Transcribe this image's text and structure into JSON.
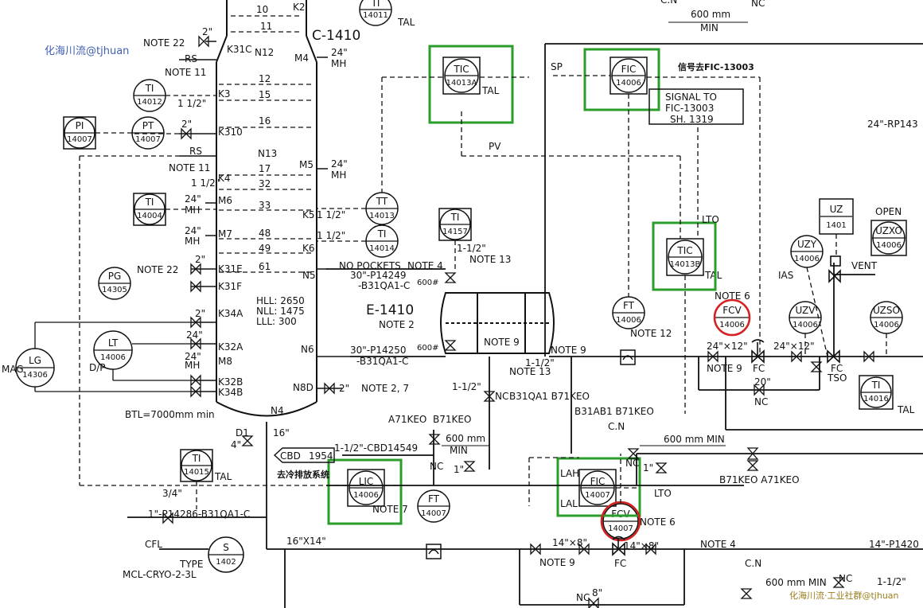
{
  "watermark": {
    "top": "化海川流@tjhuan",
    "bottom": "化海川流·工业社群@tjhuan"
  },
  "equipment": {
    "column": {
      "tag": "C-1410",
      "btl": "BTL=7000mm min",
      "levels": {
        "hll": "HLL: 2650",
        "nll": "NLL: 1475",
        "lll": "LLL: 300"
      }
    },
    "exchanger": {
      "tag": "E-1410",
      "note": "NOTE 2"
    }
  },
  "trays": [
    "10",
    "11",
    "12",
    "15",
    "16",
    "17",
    "32",
    "33",
    "48",
    "49",
    "61"
  ],
  "nozzles": [
    "K2",
    "K31C",
    "N12",
    "M4",
    "K3",
    "K310",
    "N13",
    "M5",
    "K4",
    "M6",
    "K5",
    "M7",
    "K6",
    "K31E",
    "N5",
    "K31F",
    "K34A",
    "K32A",
    "M8",
    "N6",
    "K32B",
    "K34B",
    "N8D",
    "N4",
    "D1"
  ],
  "instruments": [
    {
      "func": "TI",
      "num": "14011"
    },
    {
      "func": "TI",
      "num": "14012"
    },
    {
      "func": "PI",
      "num": "14007"
    },
    {
      "func": "PT",
      "num": "14007"
    },
    {
      "func": "TI",
      "num": "14004"
    },
    {
      "func": "PG",
      "num": "14305"
    },
    {
      "func": "LG",
      "num": "14306"
    },
    {
      "func": "LT",
      "num": "14006"
    },
    {
      "func": "TI",
      "num": "14015"
    },
    {
      "func": "TIC",
      "num": "14013A"
    },
    {
      "func": "FIC",
      "num": "14006"
    },
    {
      "func": "TT",
      "num": "14013"
    },
    {
      "func": "TI",
      "num": "14014"
    },
    {
      "func": "TI",
      "num": "14157"
    },
    {
      "func": "TIC",
      "num": "14013B"
    },
    {
      "func": "FT",
      "num": "14006"
    },
    {
      "func": "FCV",
      "num": "14006"
    },
    {
      "func": "UZY",
      "num": "14006"
    },
    {
      "func": "UZV",
      "num": "14006"
    },
    {
      "func": "UZ",
      "num": "1401"
    },
    {
      "func": "UZXO",
      "num": "14006"
    },
    {
      "func": "UZSO",
      "num": "14006"
    },
    {
      "func": "TI",
      "num": "14016"
    },
    {
      "func": "LIC",
      "num": "14006"
    },
    {
      "func": "FT",
      "num": "14007"
    },
    {
      "func": "FIC",
      "num": "14007"
    },
    {
      "func": "FCV",
      "num": "14007"
    },
    {
      "func": "S",
      "num": "1402"
    }
  ],
  "lines": [
    {
      "id": "30\"-P14249",
      "spec": "-B31QA1-C"
    },
    {
      "id": "30\"-P14250",
      "spec": "-B31QA1-C"
    },
    {
      "id": "1\"-P14286-B31QA1-C"
    },
    {
      "id": "1-1/2\"-CBD14549"
    },
    {
      "id": "24\"-RP143"
    },
    {
      "id": "14\"-P1420"
    }
  ],
  "notes": {
    "note22": "NOTE 22",
    "note11": "NOTE 11",
    "note4": "NOTE 4",
    "note13": "NOTE 13",
    "note9": "NOTE 9",
    "note6": "NOTE 6",
    "note12": "NOTE 12",
    "note7": "NOTE 7",
    "note27": "NOTE 2, 7",
    "nopockets": "NO POCKETS"
  },
  "signal_box": {
    "l1": "SIGNAL TO",
    "l2": "FIC-13003",
    "l3": "SH. 1319"
  },
  "labels": {
    "tal": "TAL",
    "sp": "SP",
    "pv": "PV",
    "lto": "LTO",
    "vent": "VENT",
    "ias": "IAS",
    "open": "OPEN",
    "cfl": "CFL",
    "type1": "TYPE",
    "type2": "MCL-CRYO-2-3L",
    "mag": "MAG",
    "dp": "D/P",
    "rs": "RS",
    "fc": "FC",
    "tso": "TSO",
    "nc": "NC",
    "min": "MIN",
    "lah": "LAH",
    "lal": "LAL",
    "cbd": "CBD",
    "cbd_num": "1954",
    "to_cold_blowdown": "去冷排放系统",
    "signal_to_fic": "信号去FIC-13003",
    "dim600": "600 mm",
    "dim600min": "600 mm MIN",
    "cn": "C.N",
    "spec1": "A71KEO",
    "spec2": "B71KEO",
    "spec3": "B31AB1 B71KEO",
    "spec4": "B71KEO A71KEO",
    "spec5": "B31QA1 B71KEO",
    "sz_24x12": "24\"×12\"",
    "sz_14x8": "14\"×8\"",
    "sz_16x14": "16\"X14\"",
    "sz_2": "2\"",
    "sz_112": "1 1/2\"",
    "sz_24mh": "24\"",
    "mh": "MH",
    "sz_16": "16\"",
    "sz_4": "4\"",
    "sz_1": "1\"",
    "sz_20": "20\"",
    "sz_8": "8\"",
    "sz_34": "3/4\"",
    "sz_1_12": "1-1/2\"",
    "rating600": "600#"
  }
}
